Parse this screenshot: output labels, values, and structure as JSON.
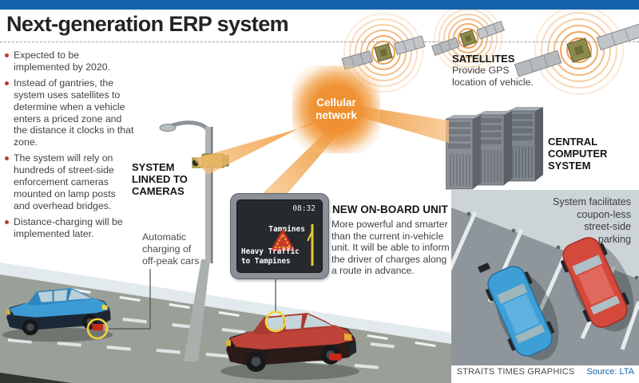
{
  "header": {
    "title": "Next-generation ERP system"
  },
  "key_points": [
    "Expected to be implemented by 2020.",
    "Instead of gantries, the system uses satellites to determine when a vehicle enters a priced zone and the distance it clocks in that zone.",
    "The system will rely on hundreds of street-side enforcement cameras mounted on lamp posts and overhead bridges.",
    "Distance-charging will be implemented later."
  ],
  "satellites": {
    "heading": "SATELLITES",
    "description": "Provide GPS\nlocation of vehicle."
  },
  "cellular_network": {
    "label": "Cellular\nnetwork"
  },
  "central_computer": {
    "heading": "CENTRAL\nCOMPUTER\nSYSTEM"
  },
  "cameras": {
    "heading": "SYSTEM\nLINKED TO\nCAMERAS",
    "note": "Automatic\ncharging of\noff-peak cars"
  },
  "onboard_unit": {
    "heading": "NEW ON-BOARD UNIT",
    "description": "More powerful and smarter than the current in-vehicle unit. It will be able to inform the driver of charges along a route in advance.",
    "display": {
      "time": "08:32",
      "destination": "Tampines",
      "alert": "Heavy Traffic\nto Tampines"
    }
  },
  "parking": {
    "caption": "System facilitates\ncoupon-less\nstreet-side\nparking"
  },
  "footer": {
    "credit": "STRAITS TIMES GRAPHICS",
    "source": "Source: LTA"
  },
  "colors": {
    "top_bar": "#1563ac",
    "accent_orange": "#ee8d28",
    "bullet_red": "#c03a2e",
    "source_text": "#1563ac",
    "road_gray": "#9aa098",
    "blue_car": "#3d9bd3",
    "red_car": "#bf4338"
  }
}
